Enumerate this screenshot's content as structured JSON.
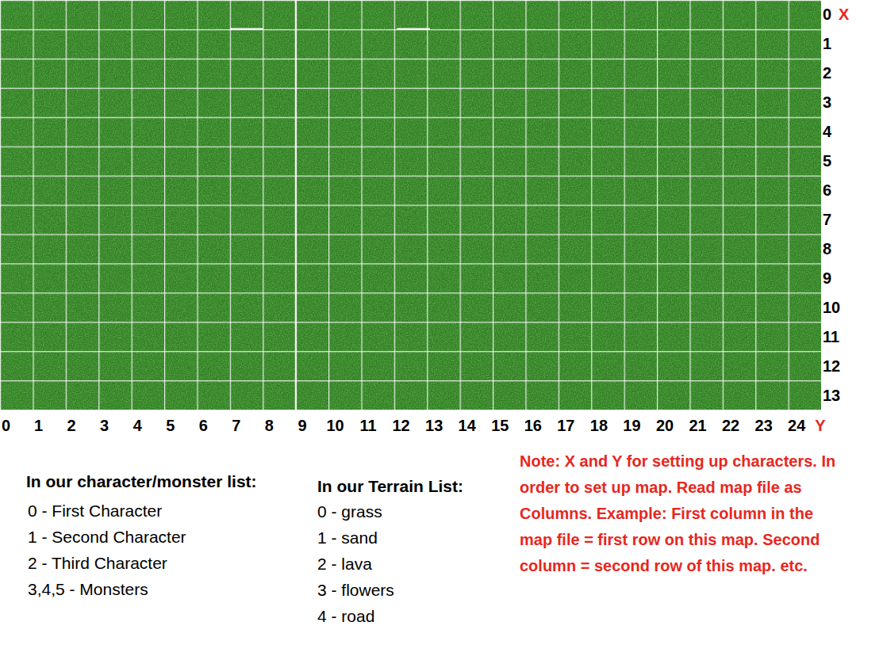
{
  "diagram": {
    "labels": [
      "0",
      "X",
      "1",
      "2",
      "3",
      "4",
      "5",
      "6",
      "7",
      "8",
      "9",
      "10",
      "11",
      "12",
      "13",
      "0",
      "1",
      "2",
      "3",
      "4",
      "5",
      "6",
      "7",
      "8",
      "9",
      "10",
      "11",
      "12",
      "13",
      "14",
      "15",
      "16",
      "17",
      "18",
      "19",
      "20",
      "21",
      "22",
      "23",
      "24",
      "Y",
      "In our character/monster list:",
      "0 - First Character",
      "1 - Second Character",
      "2 - Third Character",
      "3,4,5 - Monsters",
      "In our Terrain List:",
      "0 - grass",
      "1 - sand",
      "2 - lava",
      "3 - flowers",
      "4 - road",
      "Note: X and Y for setting up characters. In order to set up map. Read map file as Columns. Example: First column in the map file = first row on this map. Second column = second row of this map. etc."
    ]
  }
}
